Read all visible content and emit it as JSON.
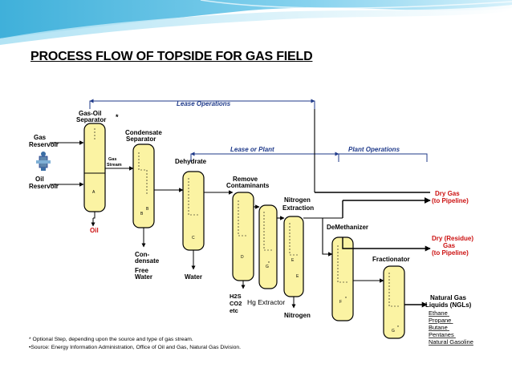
{
  "slide": {
    "title": "PROCESS FLOW OF TOPSIDE FOR GAS FIELD",
    "background_color": "#ffffff",
    "accent_color": "#5bbde0"
  },
  "diagram": {
    "colors": {
      "vessel_fill": "#fbf3a3",
      "vessel_stroke": "#000000",
      "band_arrow": "#1f3a8a",
      "red_label": "#cc1111",
      "blue_label": "#1f3a8a"
    },
    "bands": {
      "lease_operations": "Lease Operations",
      "lease_or_plant": "Lease or Plant",
      "plant_operations": "Plant Operations"
    },
    "inlets": {
      "gas_reservoir": [
        "Gas",
        "Reservoir"
      ],
      "oil_reservoir": [
        "Oil",
        "Reservoir"
      ]
    },
    "vessels": {
      "gas_oil_separator": [
        "Gas-Oil",
        "Separator"
      ],
      "gas_oil_separator_note": "*",
      "gas_stream": [
        "Gas",
        "Stream"
      ],
      "condensate_separator": [
        "Condensate",
        "Separator"
      ],
      "dehydrate": "Dehydrate",
      "remove_contaminants": [
        "Remove",
        "Contaminants"
      ],
      "nitrogen_extraction": [
        "Nitrogen",
        "Extraction"
      ],
      "demethanizer": "DeMethanizer",
      "fractionator": "Fractionator"
    },
    "vessel_markers": [
      "A",
      "B",
      "B",
      "C",
      "D",
      "*",
      "G",
      "E",
      "E",
      "F",
      "*",
      "G",
      "*",
      "*"
    ],
    "outputs": {
      "oil": "Oil",
      "condensate": [
        "Con-",
        "densate"
      ],
      "free_water": [
        "Free",
        "Water"
      ],
      "water": "Water",
      "contaminants": [
        "H2S",
        "CO2",
        "etc"
      ],
      "hg_extractor": "Hg Extractor",
      "nitrogen": "Nitrogen",
      "dry_gas": [
        "Dry Gas",
        "(to Pipeline)"
      ],
      "dry_residue_gas": [
        "Dry (Residue)",
        "Gas",
        "(to Pipeline)"
      ],
      "ngl_title": [
        "Natural Gas",
        "Liquids (NGLs)"
      ],
      "ngl_items": [
        "Ethane",
        "Propane",
        "Butane",
        "Pentanes",
        "Natural Gasoline"
      ]
    },
    "footnotes": [
      "* Optional Step, depending upon the source and type of gas stream.",
      "•Source: Energy Information Administration, Office of Oil and Gas, Natural Gas Division."
    ]
  }
}
